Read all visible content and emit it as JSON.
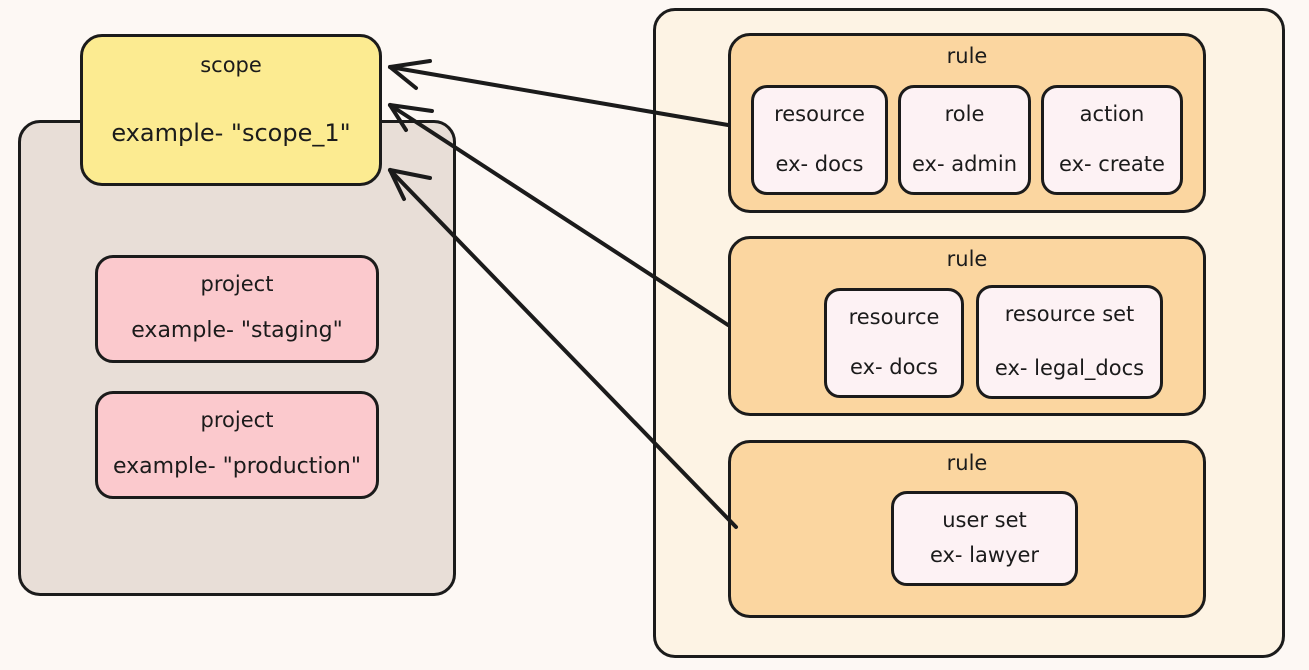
{
  "diagram": {
    "title_hint": "scope and rules relationship diagram",
    "colors": {
      "background": "#FDF8F4",
      "scope_fill": "#FCEB91",
      "project_fill": "#FBC9CD",
      "left_panel_fill": "#E8DED7",
      "right_panel_fill": "#FDF3E4",
      "rule_fill": "#FBD6A0",
      "card_fill": "#FDF2F4",
      "stroke": "#1b1b1b"
    }
  },
  "left": {
    "scope": {
      "title": "scope",
      "value": "example- \"scope_1\""
    },
    "projects": [
      {
        "title": "project",
        "value": "example- \"staging\""
      },
      {
        "title": "project",
        "value": "example- \"production\""
      }
    ]
  },
  "right": {
    "rules": [
      {
        "title": "rule",
        "cards": [
          {
            "title": "resource",
            "value": "ex- docs"
          },
          {
            "title": "role",
            "value": "ex- admin"
          },
          {
            "title": "action",
            "value": "ex- create"
          }
        ]
      },
      {
        "title": "rule",
        "cards": [
          {
            "title": "resource",
            "value": "ex- docs"
          },
          {
            "title": "resource set",
            "value": "ex- legal_docs"
          }
        ]
      },
      {
        "title": "rule",
        "cards": [
          {
            "title": "user set",
            "value": "ex- lawyer"
          }
        ]
      }
    ]
  },
  "connections": [
    {
      "from": "rule-1",
      "to": "scope",
      "style": "arrow"
    },
    {
      "from": "rule-2",
      "to": "scope",
      "style": "arrow"
    },
    {
      "from": "rule-3",
      "to": "scope",
      "style": "arrow"
    }
  ]
}
